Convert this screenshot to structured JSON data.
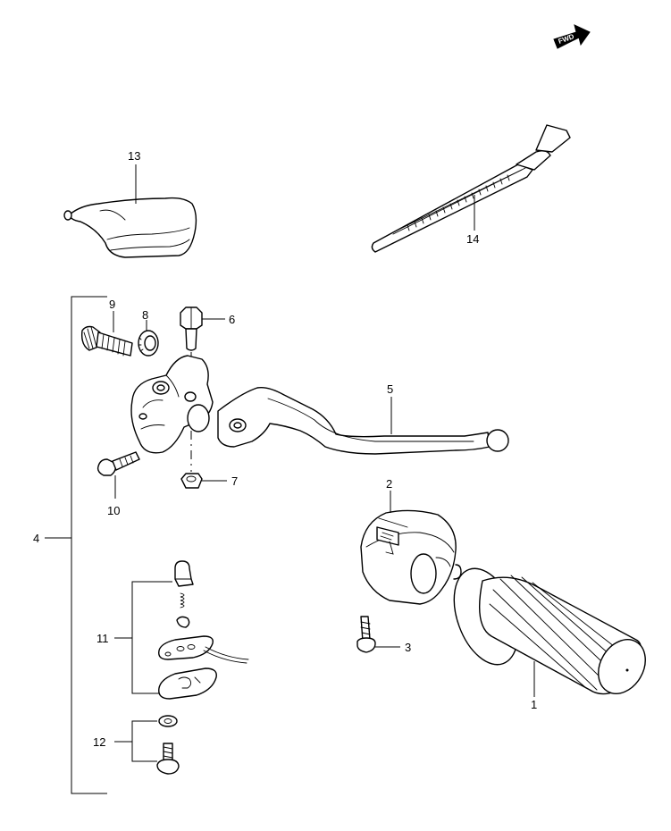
{
  "fwd_badge": "FWD",
  "callouts": {
    "p1": "1",
    "p2": "2",
    "p3": "3",
    "p4": "4",
    "p5": "5",
    "p6": "6",
    "p7": "7",
    "p8": "8",
    "p9": "9",
    "p10": "10",
    "p11": "11",
    "p12": "12",
    "p13": "13",
    "p14": "14"
  },
  "icons": {
    "fwd": "fwd-arrow-icon"
  }
}
